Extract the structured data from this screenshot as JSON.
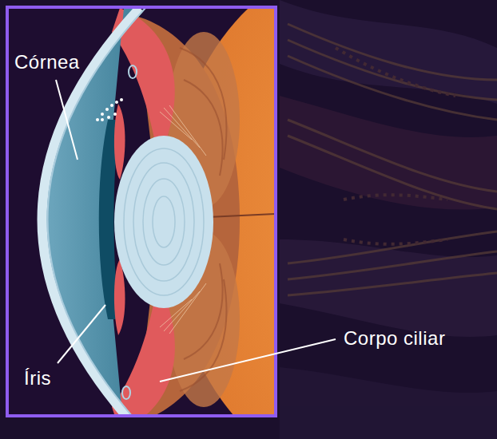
{
  "diagram": {
    "labels": [
      "Córnea",
      "Íris",
      "Corpo ciliar"
    ]
  }
}
